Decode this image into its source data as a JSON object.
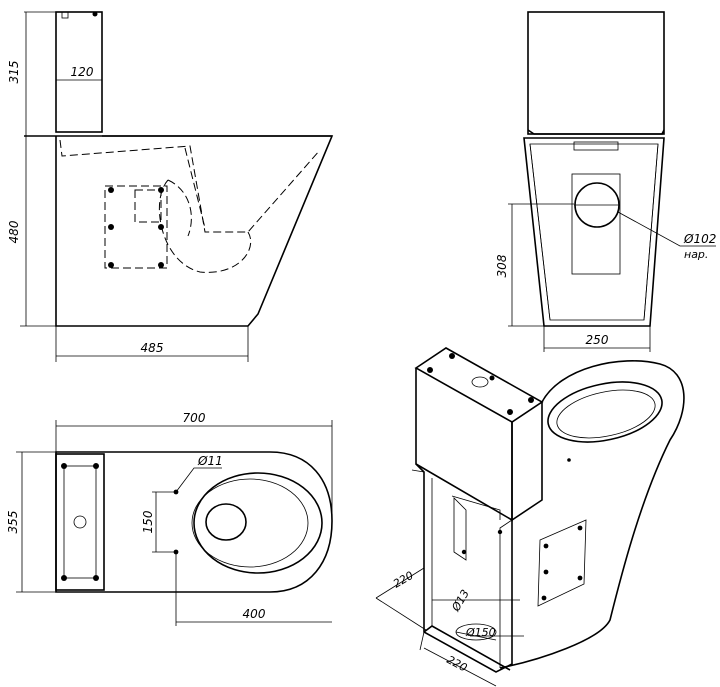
{
  "side_view": {
    "dim_tank_height": "315",
    "dim_tank_width": "120",
    "dim_body_height": "480",
    "dim_length": "485"
  },
  "front_view": {
    "dim_outlet_height": "308",
    "dim_base_width": "250",
    "dim_outlet_diameter": "Ø102",
    "outlet_note": "нар."
  },
  "top_view": {
    "dim_total_length": "700",
    "dim_width": "355",
    "dim_hole_diameter": "Ø11",
    "dim_hole_spacing": "150",
    "dim_hole_offset": "400"
  },
  "iso_view": {
    "dim_base_x": "220",
    "dim_base_y": "220",
    "dim_fix_hole": "Ø13",
    "dim_drain": "Ø150"
  }
}
